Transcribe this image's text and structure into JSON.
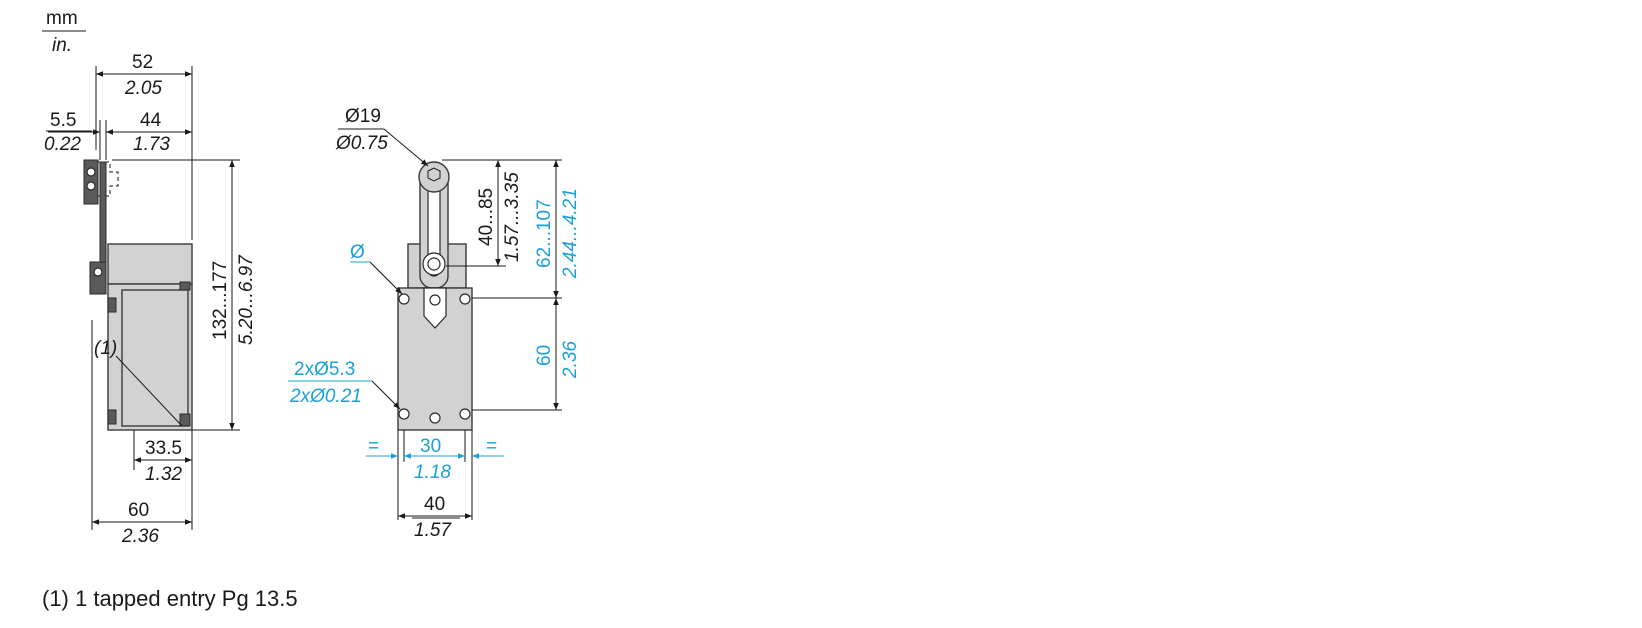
{
  "units": {
    "top": "mm",
    "bottom": "in."
  },
  "side_view": {
    "overall_width": {
      "mm": "52",
      "in": "2.05"
    },
    "lever_offset": {
      "mm": "5.5",
      "in": "0.22"
    },
    "lever_to_body": {
      "mm": "44",
      "in": "1.73"
    },
    "height_range": {
      "mm": "132...177",
      "in": "5.20...6.97"
    },
    "entry_callout": "(1)",
    "body_depth_small": {
      "mm": "33.5",
      "in": "1.32"
    },
    "body_depth": {
      "mm": "60",
      "in": "2.36"
    }
  },
  "front_view": {
    "roller_diameter": {
      "mm": "Ø19",
      "in": "Ø0.75"
    },
    "lever_adjust": {
      "mm": "40...85",
      "in": "1.57...3.35"
    },
    "total_adjust": {
      "mm": "62...107",
      "in": "2.44...4.21"
    },
    "head_diameter_label": "Ø",
    "mounting_holes": {
      "mm": "2xØ5.3",
      "in": "2xØ0.21"
    },
    "body_height": {
      "mm": "60",
      "in": "2.36"
    },
    "hole_spacing": {
      "mm": "30",
      "in": "1.18"
    },
    "equal_mark": "=",
    "body_width": {
      "mm": "40",
      "in": "1.57"
    }
  },
  "footnote": "(1) 1 tapped entry Pg 13.5",
  "colors": {
    "line": "#1a1a1a",
    "accent": "#1aa0d8",
    "body": "#d2d2d2"
  }
}
